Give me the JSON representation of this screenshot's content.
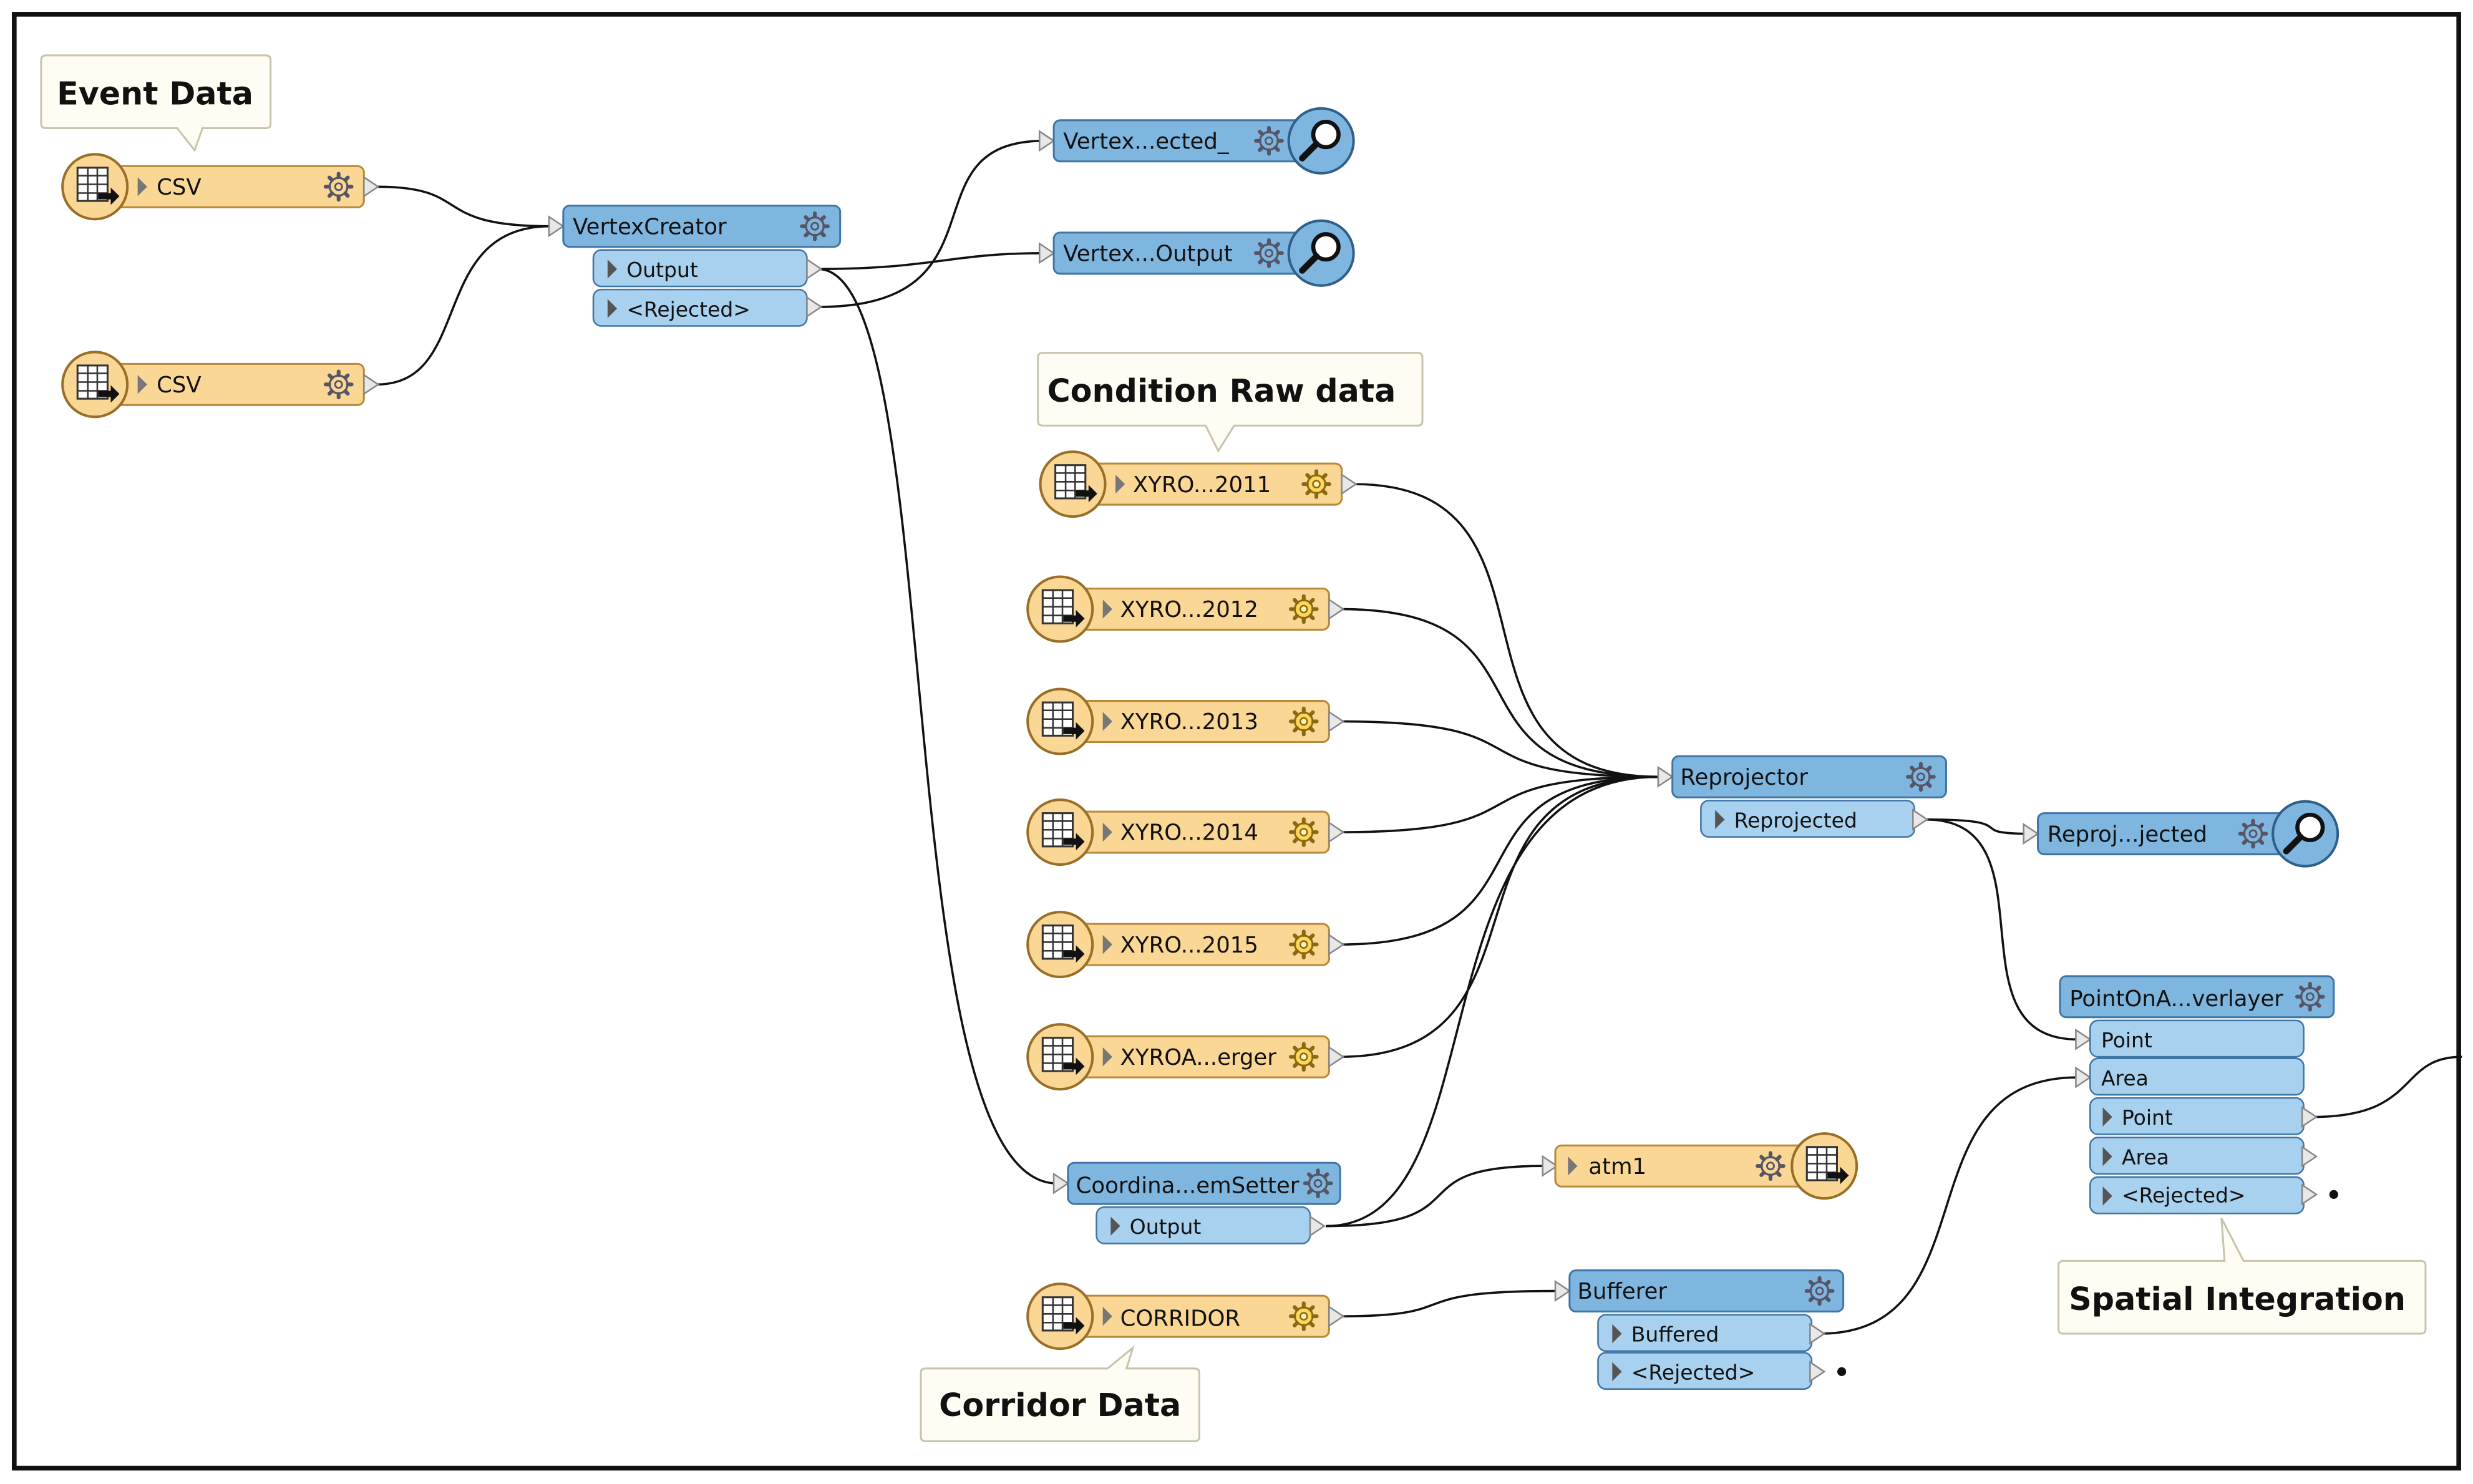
{
  "annotations": {
    "event_data": "Event Data",
    "condition_raw_data": "Condition Raw data",
    "spatial_integration": "Spatial Integration",
    "corridor_data": "Corridor Data"
  },
  "readers": {
    "csv_1": "CSV",
    "csv_2": "CSV",
    "xyro_2011": "XYRO...2011",
    "xyro_2012": "XYRO...2012",
    "xyro_2013": "XYRO...2013",
    "xyro_2014": "XYRO...2014",
    "xyro_2015": "XYRO...2015",
    "xyroa_merger": "XYROA...erger",
    "corridor": "CORRIDOR"
  },
  "writers": {
    "atm1": "atm1"
  },
  "transformers": {
    "vertexcreator": {
      "title": "VertexCreator",
      "ports": [
        "Output",
        "<Rejected>"
      ]
    },
    "reprojector": {
      "title": "Reprojector",
      "ports": [
        "Reprojected"
      ]
    },
    "coordinate_system_setter": {
      "title": "Coordina...emSetter",
      "ports": [
        "Output"
      ]
    },
    "bufferer": {
      "title": "Bufferer",
      "ports": [
        "Buffered",
        "<Rejected>"
      ]
    },
    "pointonareaoverlayer": {
      "title": "PointOnA...verlayer",
      "inputs": [
        "Point",
        "Area"
      ],
      "outputs": [
        "Point",
        "Area",
        "<Rejected>"
      ]
    }
  },
  "inspectors": {
    "vertex_rejected": "Vertex...ected_",
    "vertex_output": "Vertex...Output",
    "reproj_rejected": "Reproj...jected"
  },
  "colors": {
    "reader_fill": "#fbd795",
    "reader_border": "#b8893a",
    "transformer_fill": "#7fb6e0",
    "transformer_border": "#3f76a6",
    "port_fill": "#a8d0ef",
    "annotation_fill": "#fffdf3",
    "annotation_border": "#c9c4ad",
    "connection": "#111111",
    "frame": "#111111"
  }
}
